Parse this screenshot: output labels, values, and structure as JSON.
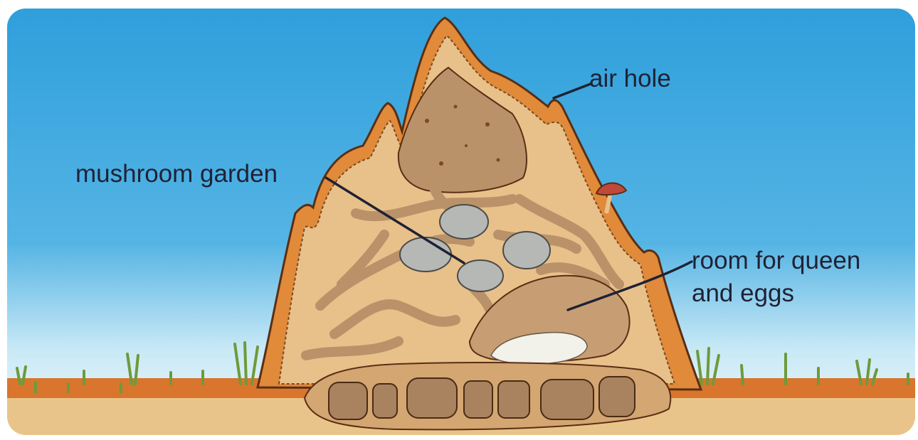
{
  "diagram": {
    "labels": {
      "air_hole": "air hole",
      "mushroom_garden": "mushroom garden",
      "queen_room_line1": "room for queen",
      "queen_room_line2": "and eggs"
    },
    "colors": {
      "sky_top": "#2f9fdc",
      "sky_bottom": "#e9f6fb",
      "ground_orange": "#d9752c",
      "soil": "#e9c48a",
      "mound_outer": "#e08a3a",
      "mound_inner": "#e8c08a",
      "chamber": "#b9926a",
      "mushroom_garden": "#b6b8b6",
      "eggs": "#f2f1ea",
      "text": "#1f2235"
    }
  }
}
